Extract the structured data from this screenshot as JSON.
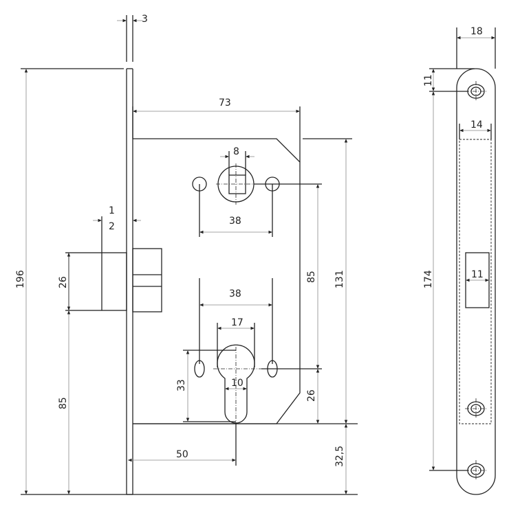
{
  "title": "Mortise lock dimensional drawing",
  "dimensions": {
    "faceplate_thickness": "3",
    "backset_depth": "73",
    "spindle_square": "8",
    "handle_holes_spacing_top": "38",
    "handle_holes_spacing_bottom": "38",
    "latch_offset_top": "1",
    "latch_offset_bottom": "2",
    "latch_height": "26",
    "total_height": "196",
    "latch_to_bottom": "85",
    "spindle_to_cylinder": "85",
    "body_height": "131",
    "cylinder_to_body_bottom": "26",
    "body_to_plate_bottom": "32,5",
    "cylinder_width": "17",
    "cylinder_slot": "10",
    "cylinder_height": "33",
    "backset": "50",
    "strike_width": "18",
    "strike_hole_offset": "11",
    "strike_hole_spacing": "174",
    "strike_cutout_width": "14",
    "strike_latch_width": "11"
  }
}
